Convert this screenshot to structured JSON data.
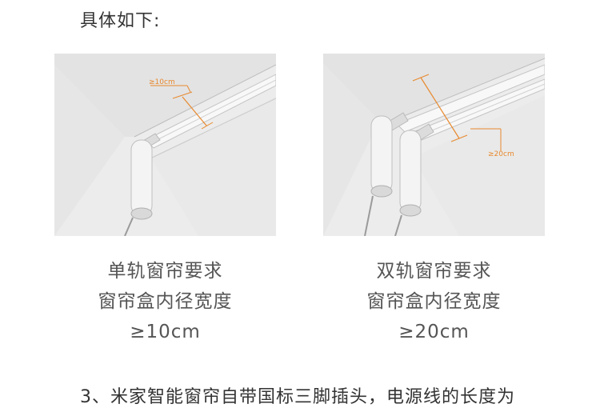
{
  "heading": "具体如下:",
  "panels": [
    {
      "dimension_label": "≥10cm",
      "caption_lines": [
        "单轨窗帘要求",
        "窗帘盒内径宽度",
        "≥10cm"
      ]
    },
    {
      "dimension_label": "≥20cm",
      "caption_lines": [
        "双轨窗帘要求",
        "窗帘盒内径宽度",
        "≥20cm"
      ]
    }
  ],
  "bottom_text": "3、米家智能窗帘自带国标三脚插头，电源线的长度为",
  "colors": {
    "dimension": "#e8892e",
    "panel_bg": "#ececec",
    "text": "#555555"
  },
  "icons": [
    "curtain-motor-illustration"
  ]
}
